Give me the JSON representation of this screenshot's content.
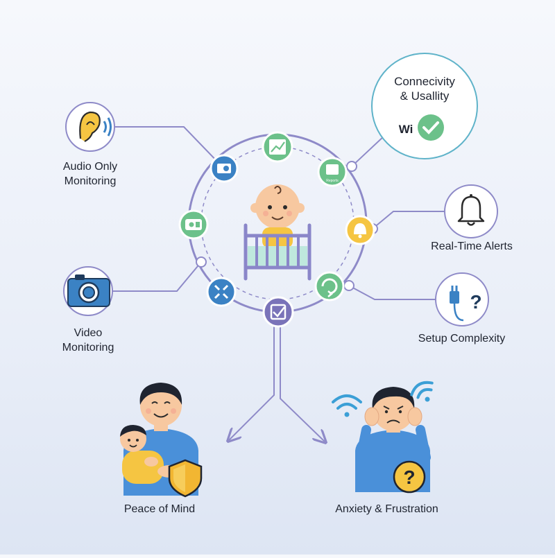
{
  "labels": {
    "audio_line1": "Audio Only",
    "audio_line2": "Monitoring",
    "video_line1": "Video",
    "video_line2": "Monitoring",
    "connectivity_line1": "Connecivity",
    "connectivity_line2": "& Usallity",
    "connectivity_wifi": "Wi",
    "alerts": "Real-Time Alerts",
    "setup": "Setup Complexity",
    "peace": "Peace of Mind",
    "anxiety": "Anxiety & Frustration",
    "reports_tiny": "Reports"
  },
  "colors": {
    "ring": "#8e8ac8",
    "connector": "#8e8ac8",
    "node_blue": "#3b82c4",
    "node_green": "#6cc18a",
    "node_yellow": "#f5c542",
    "node_purple": "#7a73b9",
    "crib": "#8a86c9",
    "mint": "#bfe8dd",
    "skin": "#f7c8a0",
    "shirt": "#4a90d9",
    "shield": "#f2b632",
    "check_green": "#6cc18a"
  },
  "icons": {
    "audio": "ear-sound-icon",
    "video": "camera-icon",
    "connectivity": "wifi-check-icon",
    "alerts": "bell-icon",
    "setup": "plug-question-icon",
    "center": "baby-crib-icon"
  }
}
